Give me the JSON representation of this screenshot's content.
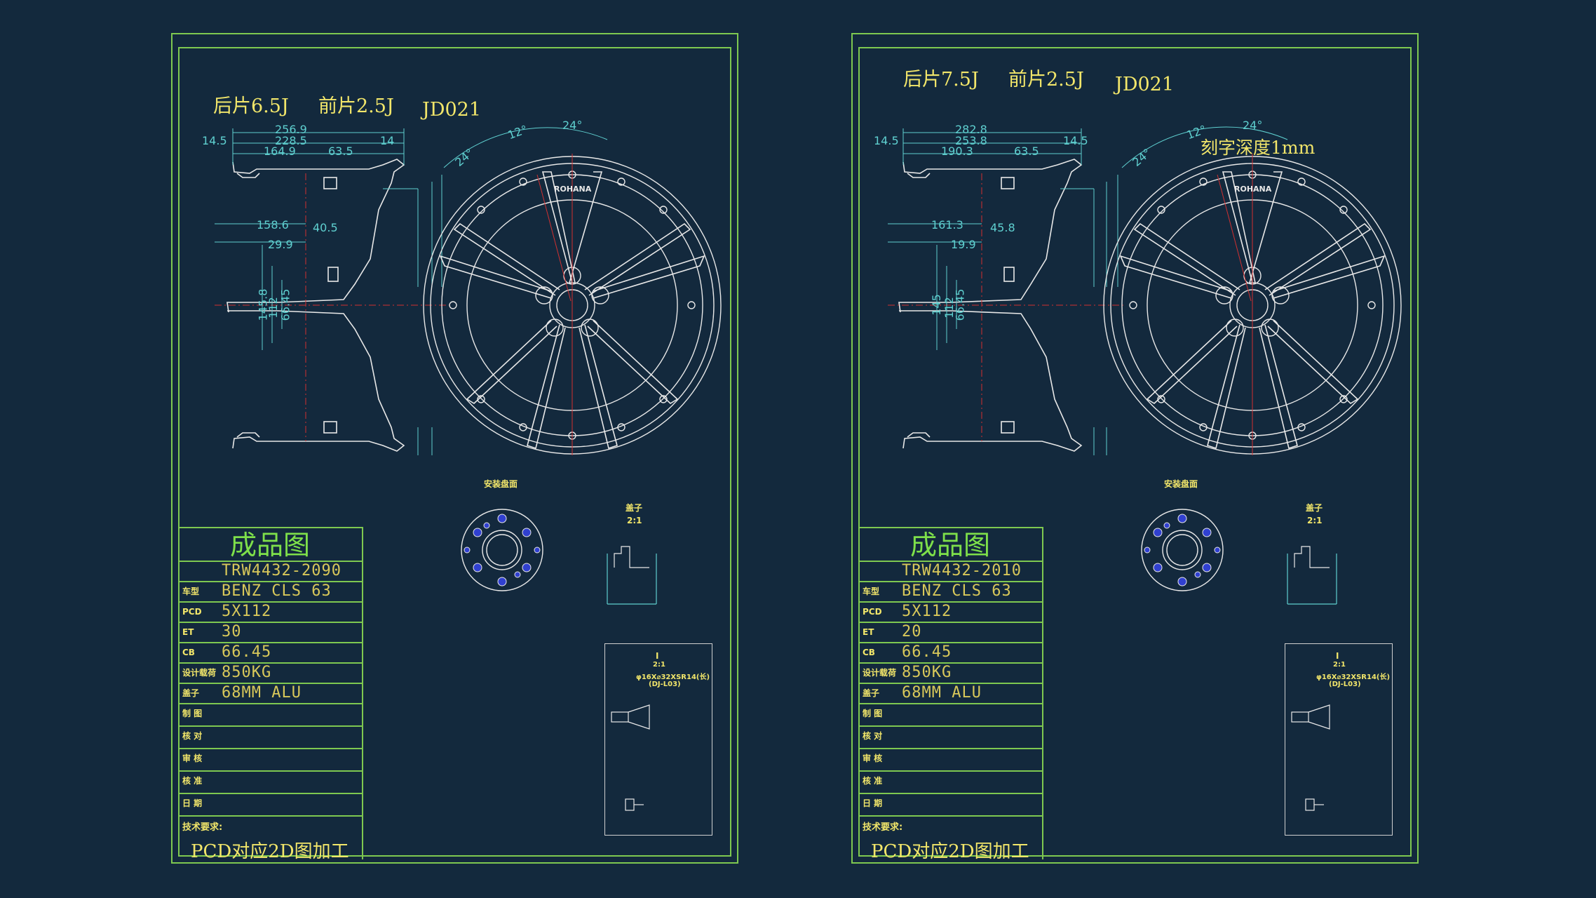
{
  "sheets": [
    {
      "title_rear": "后片6.5J",
      "title_front": "前片2.5J",
      "model_code": "JD021",
      "engrave_note": "",
      "dims": {
        "d1": "256.9",
        "d2": "228.5",
        "d3": "164.9",
        "d4": "63.5",
        "d5": "14.5",
        "d6": "14",
        "d7": "158.6",
        "d8": "40.5",
        "d9": "29.9",
        "d10": "145.8",
        "d11": "112",
        "d12": "66.45",
        "angle_a": "24°",
        "angle_b": "12°",
        "angle_c": "24°"
      },
      "brand": "ROHANA",
      "mount_face_label": "安装盘面",
      "cap_label": "盖子",
      "cap_scale": "2:1",
      "detail_title": "I",
      "detail_scale": "2:1",
      "detail_spec": "φ16X⌀32XSR14(长)",
      "detail_sub": "(DJ-L03)",
      "titleblock": {
        "heading": "成品图",
        "part_no": "TRW4432-2090",
        "rows": [
          {
            "label": "车型",
            "value": "BENZ CLS 63"
          },
          {
            "label": "PCD",
            "value": "5X112"
          },
          {
            "label": "ET",
            "value": "30"
          },
          {
            "label": "CB",
            "value": "66.45"
          },
          {
            "label": "设计载荷",
            "value": "850KG"
          },
          {
            "label": "盖子",
            "value": "68MM ALU"
          },
          {
            "label": "制 图",
            "value": ""
          },
          {
            "label": "核 对",
            "value": ""
          },
          {
            "label": "审 核",
            "value": ""
          },
          {
            "label": "核 准",
            "value": ""
          },
          {
            "label": "日 期",
            "value": ""
          }
        ],
        "requirements_label": "技术要求:",
        "requirements": "PCD对应2D图加工"
      }
    },
    {
      "title_rear": "后片7.5J",
      "title_front": "前片2.5J",
      "model_code": "JD021",
      "engrave_note": "刻字深度1mm",
      "dims": {
        "d1": "282.8",
        "d2": "253.8",
        "d3": "190.3",
        "d4": "63.5",
        "d5": "14.5",
        "d6": "14.5",
        "d7": "161.3",
        "d8": "45.8",
        "d9": "19.9",
        "d10": "145",
        "d11": "112",
        "d12": "66.45",
        "angle_a": "24°",
        "angle_b": "12°",
        "angle_c": "24°"
      },
      "brand": "ROHANA",
      "mount_face_label": "安装盘面",
      "cap_label": "盖子",
      "cap_scale": "2:1",
      "detail_title": "I",
      "detail_scale": "2:1",
      "detail_spec": "φ16X⌀32XSR14(长)",
      "detail_sub": "(DJ-L03)",
      "titleblock": {
        "heading": "成品图",
        "part_no": "TRW4432-2010",
        "rows": [
          {
            "label": "车型",
            "value": "BENZ CLS 63"
          },
          {
            "label": "PCD",
            "value": "5X112"
          },
          {
            "label": "ET",
            "value": "20"
          },
          {
            "label": "CB",
            "value": "66.45"
          },
          {
            "label": "设计载荷",
            "value": "850KG"
          },
          {
            "label": "盖子",
            "value": "68MM ALU"
          },
          {
            "label": "制 图",
            "value": ""
          },
          {
            "label": "核 对",
            "value": ""
          },
          {
            "label": "审 核",
            "value": ""
          },
          {
            "label": "核 准",
            "value": ""
          },
          {
            "label": "日 期",
            "value": ""
          }
        ],
        "requirements_label": "技术要求:",
        "requirements": "PCD对应2D图加工"
      }
    }
  ],
  "colors": {
    "background": "#13293d",
    "frame": "#7ec850",
    "title_text": "#f2e66a",
    "linework": "#e8e8e8",
    "centerline": "#d03030",
    "dimension": "#5fd0d0",
    "bolt_dot": "#3040d0"
  }
}
